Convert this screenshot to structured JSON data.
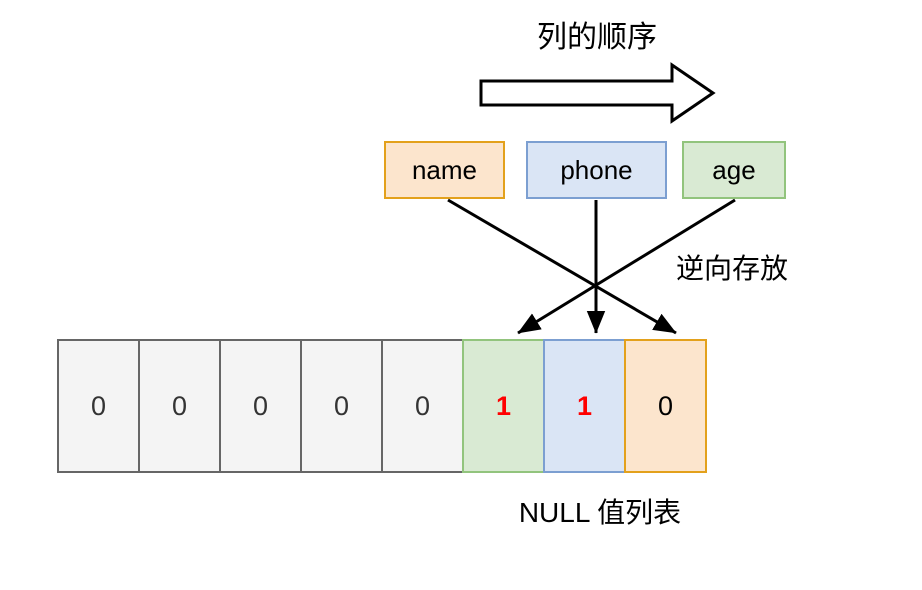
{
  "diagram": {
    "title": "列的顺序",
    "order_arrow_icon": "right-block-arrow-icon",
    "reverse_note": "逆向存放",
    "caption": "NULL 值列表",
    "columns": [
      {
        "label": "name",
        "fill": "#fce5cd",
        "border": "#e3a11c"
      },
      {
        "label": "phone",
        "fill": "#dae5f5",
        "border": "#7c9fd1"
      },
      {
        "label": "age",
        "fill": "#d9ead3",
        "border": "#92c47d"
      }
    ],
    "null_bitmap": {
      "cells": [
        {
          "value": "0",
          "style": "plain"
        },
        {
          "value": "0",
          "style": "plain"
        },
        {
          "value": "0",
          "style": "plain"
        },
        {
          "value": "0",
          "style": "plain"
        },
        {
          "value": "0",
          "style": "plain"
        },
        {
          "value": "1",
          "style": "green"
        },
        {
          "value": "1",
          "style": "blue"
        },
        {
          "value": "0",
          "style": "orange"
        }
      ]
    },
    "mappings": [
      {
        "from": "name",
        "to_cell_index": 7,
        "arrow": "diagonal-right-down-arrow-icon"
      },
      {
        "from": "phone",
        "to_cell_index": 6,
        "arrow": "straight-down-arrow-icon"
      },
      {
        "from": "age",
        "to_cell_index": 5,
        "arrow": "diagonal-left-down-arrow-icon"
      }
    ],
    "colors": {
      "red_flag": "#ff0000",
      "plain_fill": "#f4f4f4",
      "plain_border": "#666666",
      "line": "#000000"
    }
  }
}
